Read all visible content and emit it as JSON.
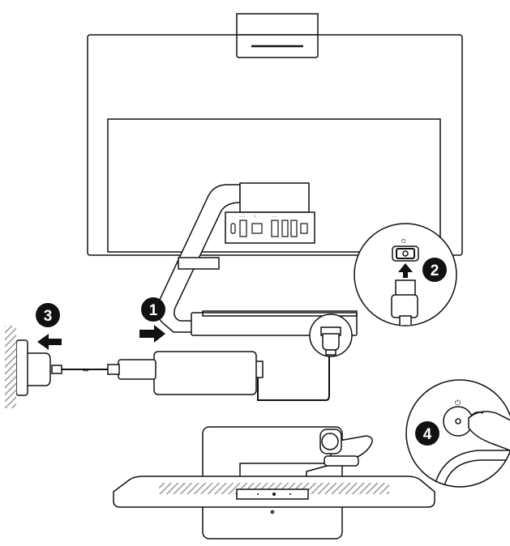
{
  "steps": {
    "step1": "1",
    "step2": "2",
    "step3": "3",
    "step4": "4"
  },
  "icons": {
    "power": "power-symbol-icon",
    "arrow": "direction-arrow-icon",
    "cable_break": "cable-break-symbol-icon"
  },
  "colors": {
    "line": "#111111",
    "badge": "#111111",
    "badge_text": "#ffffff",
    "wall_hatch": "#999999",
    "background": "#ffffff"
  }
}
